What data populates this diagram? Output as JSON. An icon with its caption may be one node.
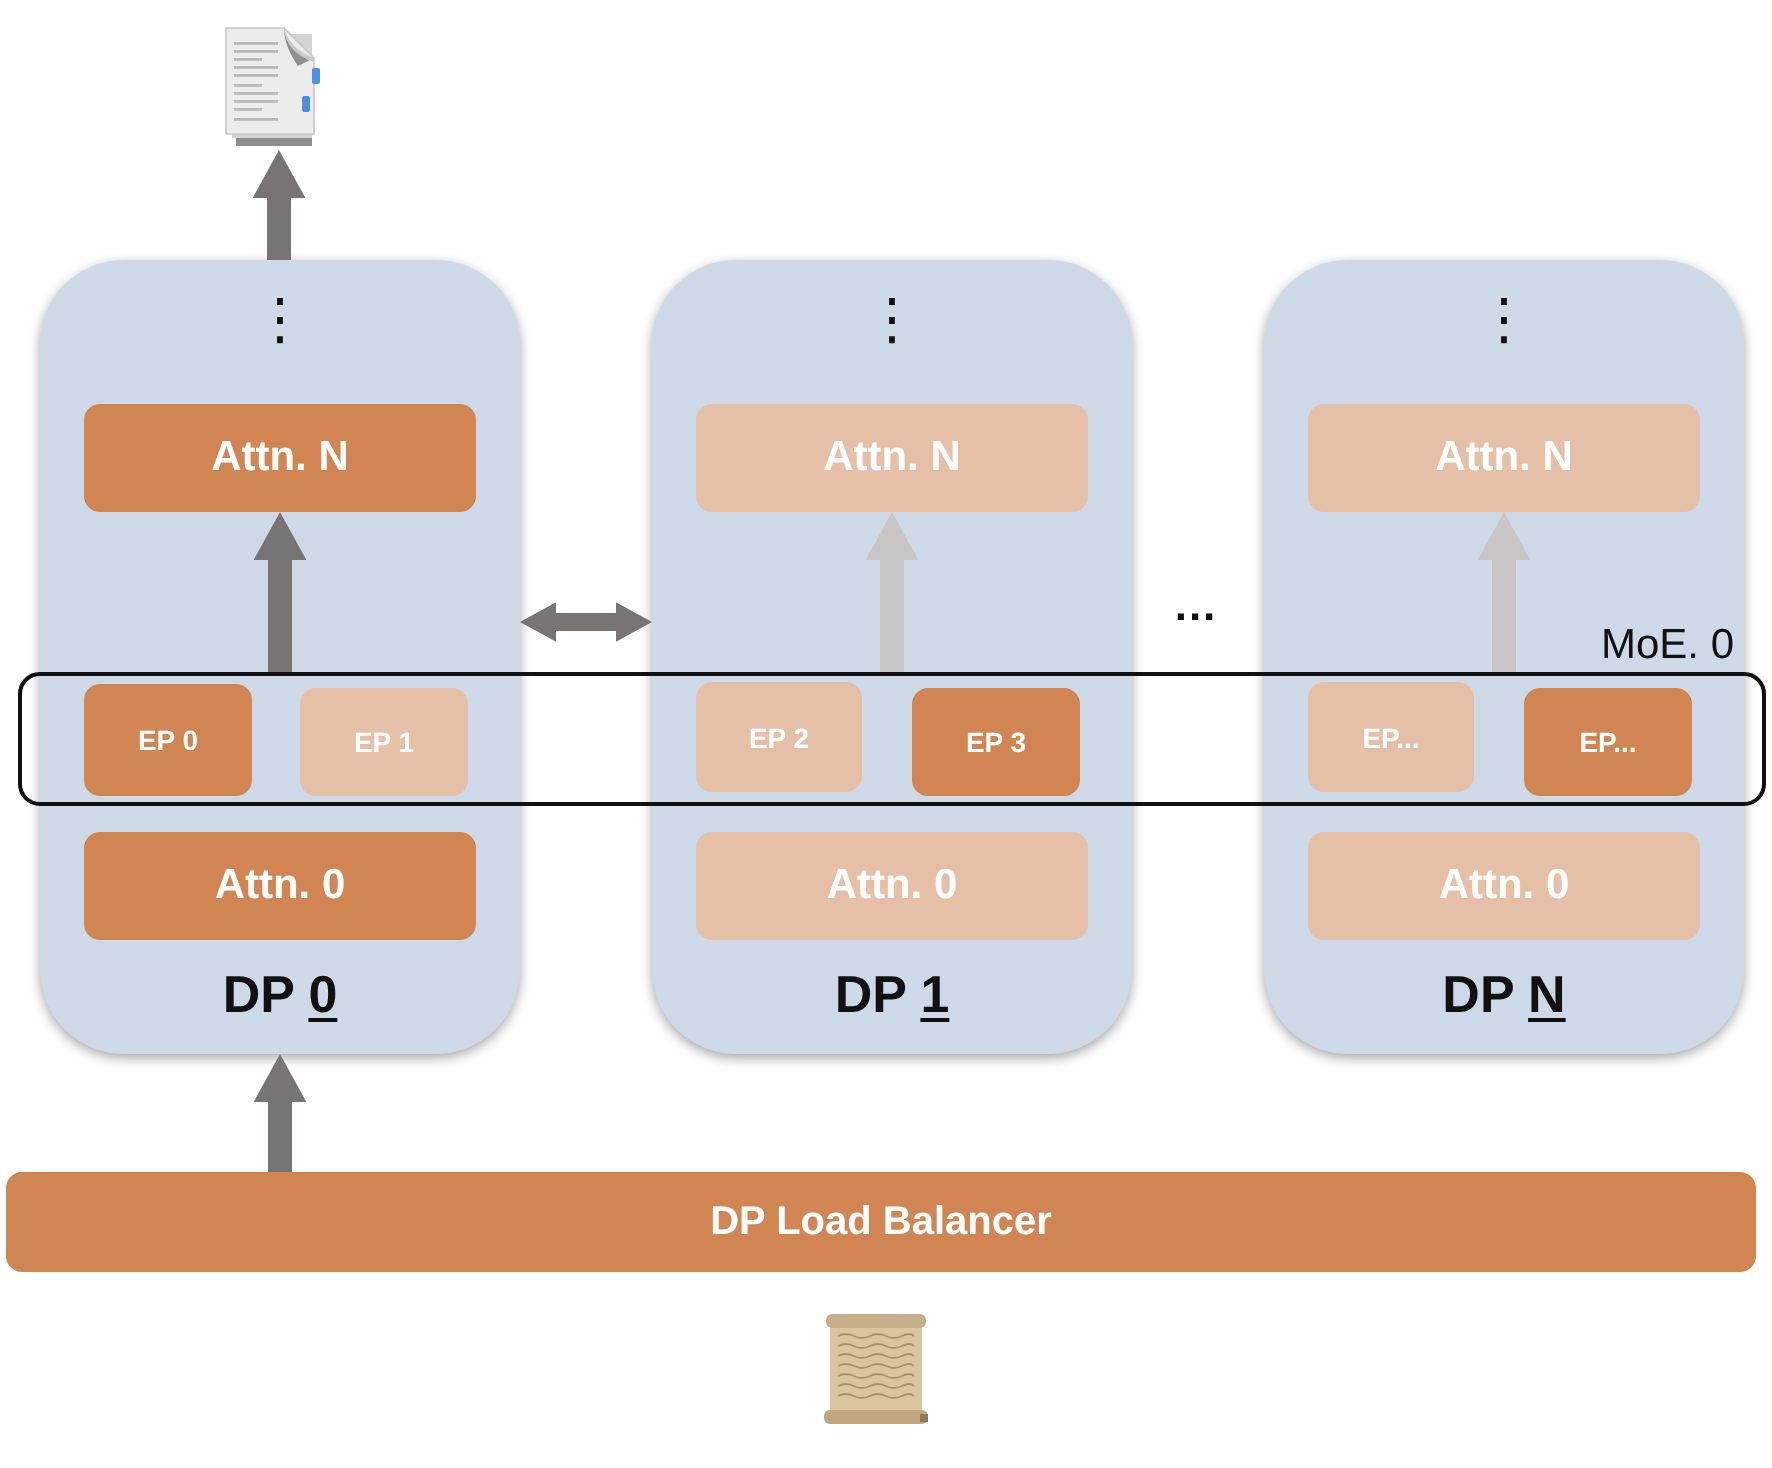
{
  "diagram": {
    "nodes": [
      {
        "text": [],
        "shape": "picture"
      },
      {
        "text": [
          "DP 0"
        ]
      },
      {
        "text": [
          "Attn. N"
        ],
        "in": 1
      },
      {
        "text": [
          "EP 0"
        ]
      },
      {
        "text": [
          "EP 1"
        ]
      },
      {
        "text": [
          "Attn. 0"
        ],
        "in": 1
      },
      {
        "text": [
          "DP 1"
        ]
      },
      {
        "text": [
          "Attn. N"
        ],
        "in": 6
      },
      {
        "text": [
          "EP 2"
        ]
      },
      {
        "text": [
          "EP 3"
        ]
      },
      {
        "text": [
          "Attn. 0"
        ],
        "in": 6
      },
      {
        "text": [
          "DP N"
        ]
      },
      {
        "text": [
          "Attn. N"
        ],
        "in": 11
      },
      {
        "text": [
          "EP..."
        ]
      },
      {
        "text": [
          "EP..."
        ]
      },
      {
        "text": [
          "Attn. 0"
        ],
        "in": 11
      },
      {
        "text": [],
        "shape": "box",
        "beside": [
          "MoE. 0"
        ]
      },
      {
        "text": [
          "DP Load Balancer"
        ]
      }
    ],
    "edges": [
      {
        "from": 1,
        "to": 0,
        "arrow": "to"
      },
      {
        "from": 16,
        "to": 2,
        "arrow": "to"
      },
      {
        "from": 16,
        "to": 7,
        "arrow": "to",
        "color": "#c9c5c4"
      },
      {
        "from": 16,
        "to": 12,
        "arrow": "to",
        "color": "#c9c5c4"
      },
      {
        "from": 1,
        "to": 6,
        "arrow": "both"
      },
      {
        "from": 17,
        "to": 1,
        "arrow": "to"
      }
    ],
    "labels": [
      "⋮",
      "⋮",
      "⋮",
      "..."
    ]
  }
}
